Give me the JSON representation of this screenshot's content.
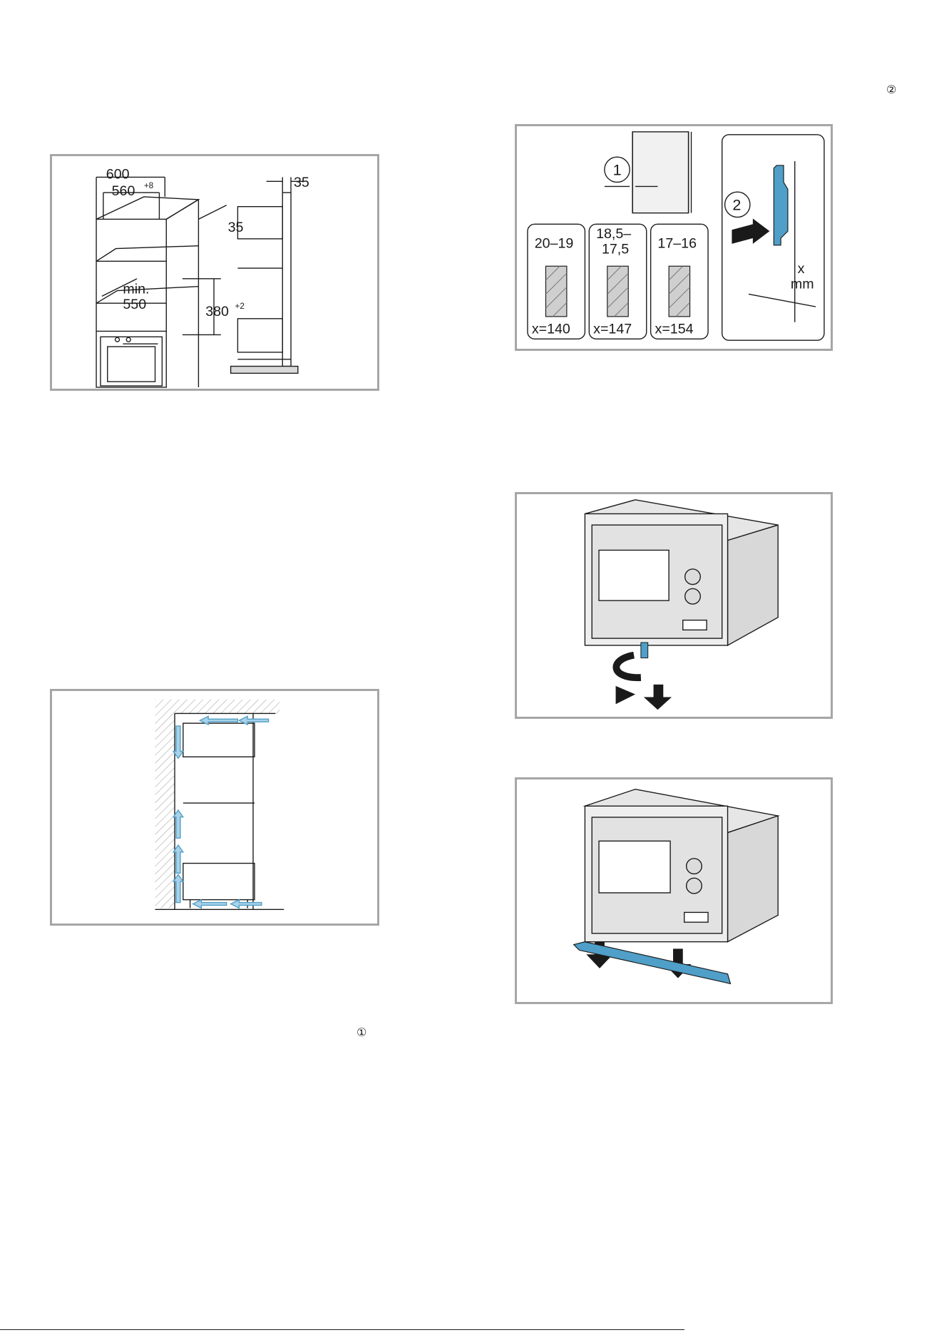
{
  "markers": {
    "top_right": "②",
    "left_column": "①"
  },
  "fig_dimensions": {
    "w600": "600",
    "w560": "560",
    "w560_sup": "+8",
    "d35_top": "35",
    "min": "min.",
    "d550": "550",
    "h380": "380",
    "h380_sup": "+2",
    "side_35": "35"
  },
  "fig_bracket": {
    "step1": "1",
    "step2": "2",
    "box1_line1": "20–19",
    "box1_x": "x=140",
    "box2_line1": "18,5–",
    "box2_line2": "17,5",
    "box2_x": "x=147",
    "box3_line1": "17–16",
    "box3_x": "x=154",
    "x_label": "x",
    "mm_label": "mm"
  },
  "colors": {
    "accent_blue": "#4f9fc8",
    "frame_gray": "#a6a6a6",
    "line_dark": "#1a1a1a"
  }
}
